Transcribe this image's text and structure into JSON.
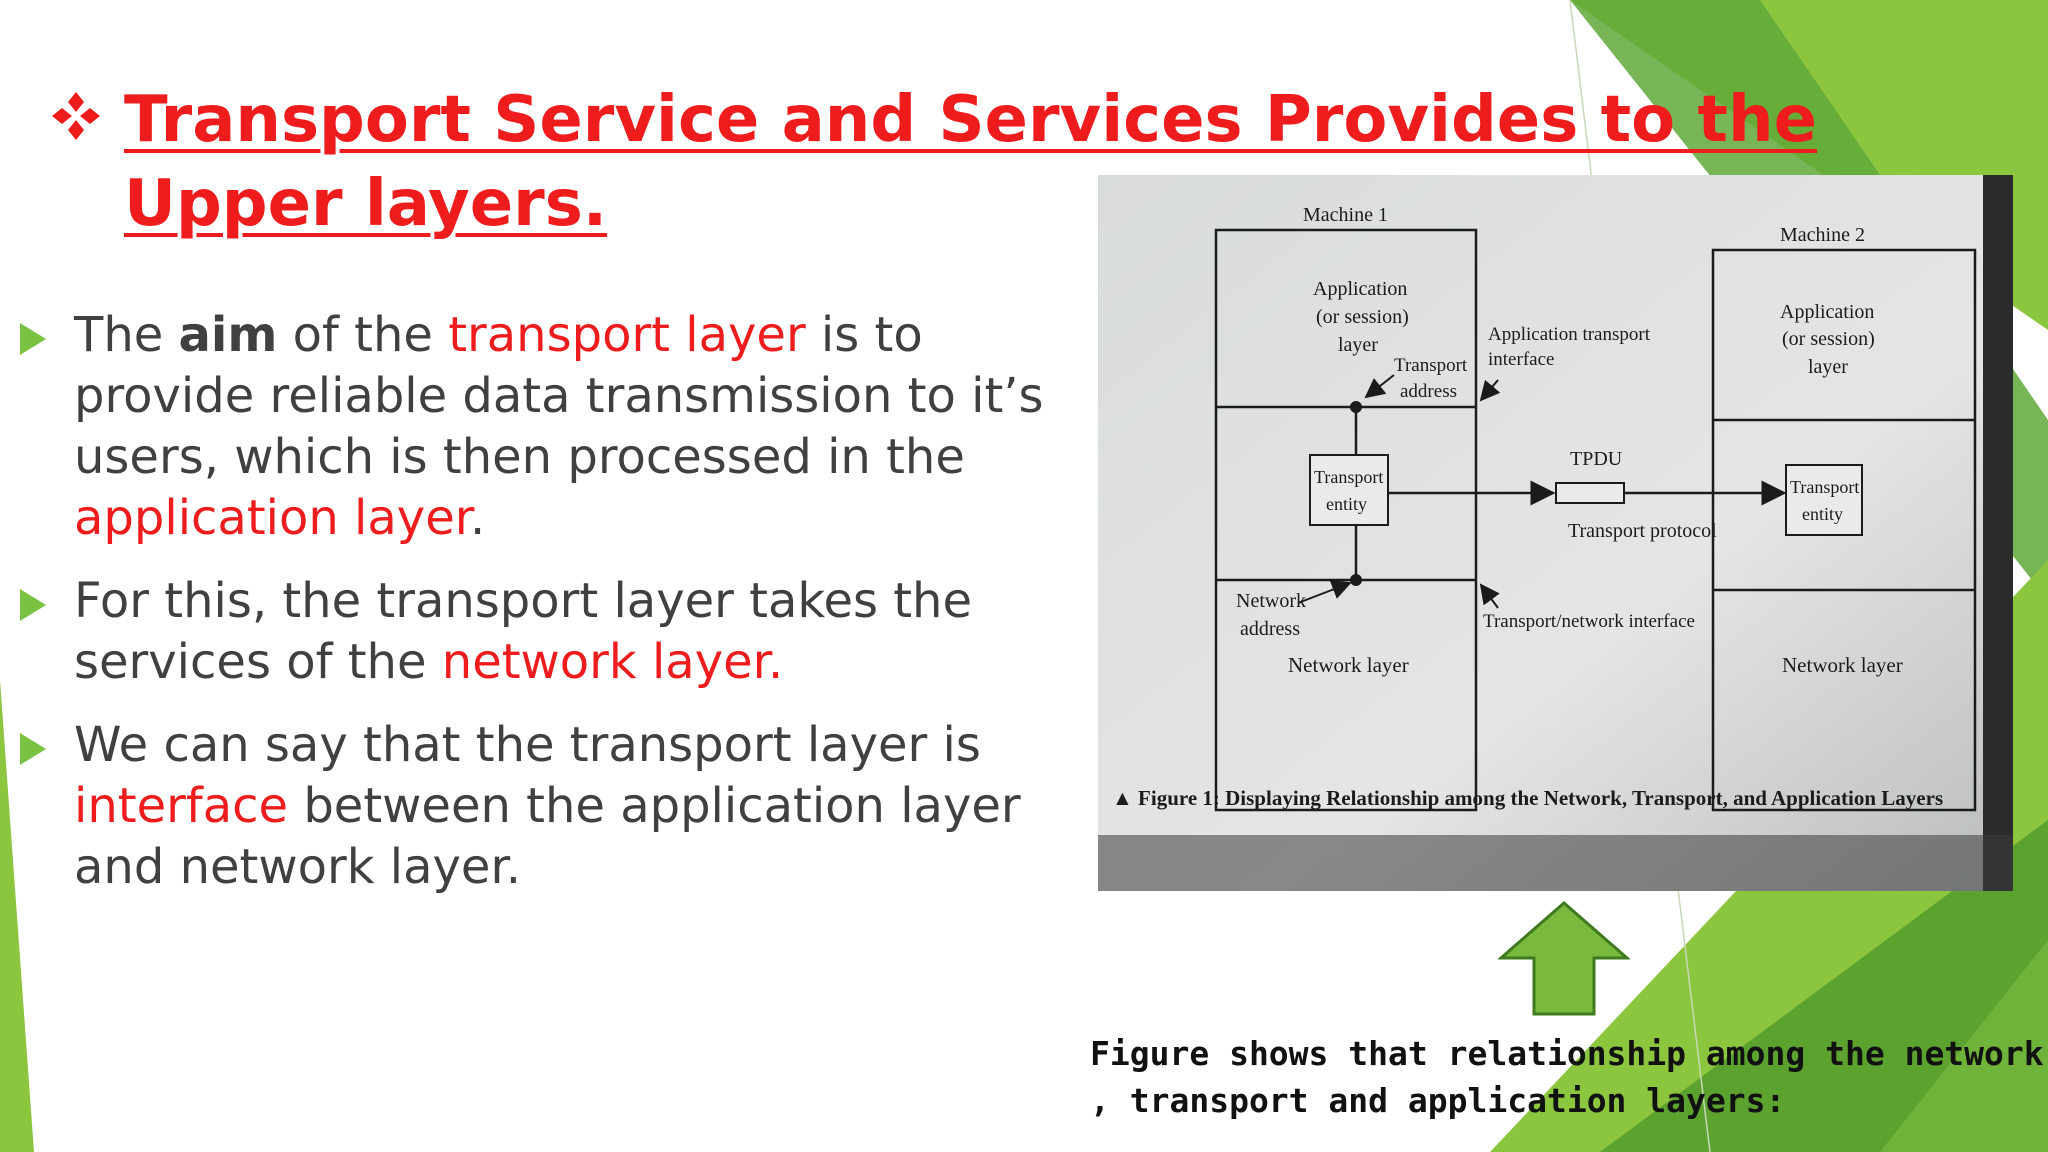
{
  "slide": {
    "title": "Transport Service and Services Provides to the Upper layers.",
    "bullets": [
      {
        "parts": [
          {
            "text": "The ",
            "style": "normal"
          },
          {
            "text": "aim",
            "style": "bold"
          },
          {
            "text": " of the ",
            "style": "normal"
          },
          {
            "text": "transport layer",
            "style": "red"
          },
          {
            "text": " is to provide reliable data transmission to it’s users, which  is then processed in the ",
            "style": "normal"
          },
          {
            "text": "application layer",
            "style": "red"
          },
          {
            "text": ".",
            "style": "normal"
          }
        ]
      },
      {
        "parts": [
          {
            "text": "For this, the transport layer takes the services of the ",
            "style": "normal"
          },
          {
            "text": "network layer.",
            "style": "red"
          }
        ]
      },
      {
        "parts": [
          {
            "text": "We can say that the transport layer is ",
            "style": "normal"
          },
          {
            "text": "interface",
            "style": "red"
          },
          {
            "text": " between  the application layer and network layer.",
            "style": "normal"
          }
        ]
      }
    ],
    "caption": "Figure shows that relationship among the network , transport  and application layers:"
  },
  "figure": {
    "machine1": "Machine 1",
    "machine2": "Machine 2",
    "app_layer_1": [
      "Application",
      "(or session)",
      "layer"
    ],
    "app_layer_2": [
      "Application",
      "(or session)",
      "layer"
    ],
    "transport_address": [
      "Transport",
      "address"
    ],
    "app_transport_interface": [
      "Application transport",
      "interface"
    ],
    "tpdu": "TPDU",
    "transport_entity_1": [
      "Transport",
      "entity"
    ],
    "transport_entity_2": [
      "Transport",
      "entity"
    ],
    "transport_protocol": "Transport protocol",
    "network_address": [
      "Network",
      "address"
    ],
    "network_layer_1": "Network layer",
    "network_layer_2": "Network layer",
    "transport_network_interface": "Transport/network interface",
    "fig_caption": "▲ Figure 1: Displaying Relationship among the Network, Transport, and Application Layers"
  },
  "colors": {
    "title_red": "#ee1c1c",
    "body_gray": "#404040",
    "accent_green": "#7cc242",
    "dark_green": "#4f9a2a"
  }
}
